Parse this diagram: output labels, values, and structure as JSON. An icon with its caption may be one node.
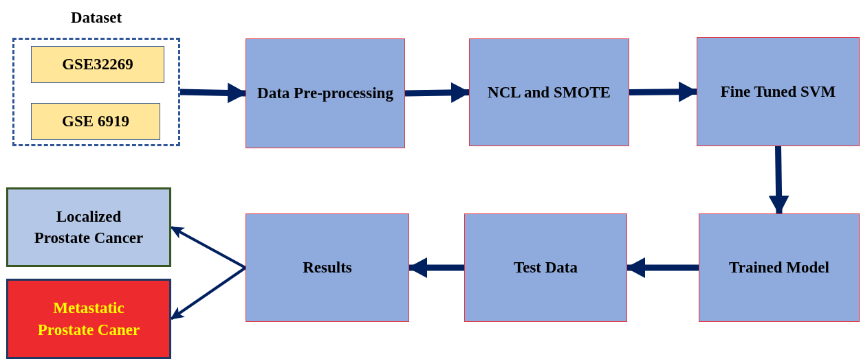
{
  "diagram": {
    "nodes": [
      {
        "text": [
          "Dataset"
        ]
      },
      {
        "text": [
          "GSE32269"
        ],
        "in": 0
      },
      {
        "text": [
          "GSE 6919"
        ],
        "in": 0
      },
      {
        "text": [
          "Data Pre-processing"
        ]
      },
      {
        "text": [
          "NCL and SMOTE"
        ]
      },
      {
        "text": [
          "Fine Tuned SVM"
        ]
      },
      {
        "text": [
          "Trained Model"
        ]
      },
      {
        "text": [
          "Test Data"
        ]
      },
      {
        "text": [
          "Results"
        ]
      },
      {
        "text": [
          "Localized Prostate Cancer"
        ]
      },
      {
        "text": [
          "Metastatic Prostate Caner"
        ]
      }
    ],
    "edges": [
      {
        "from": 0,
        "to": 3,
        "arrow": "to"
      },
      {
        "from": 3,
        "to": 4,
        "arrow": "to"
      },
      {
        "from": 4,
        "to": 5,
        "arrow": "to"
      },
      {
        "from": 5,
        "to": 6,
        "arrow": "to"
      },
      {
        "from": 6,
        "to": 7,
        "arrow": "to"
      },
      {
        "from": 7,
        "to": 8,
        "arrow": "to"
      },
      {
        "from": 8,
        "to": 9,
        "arrow": "to"
      },
      {
        "from": 8,
        "to": 10,
        "arrow": "to"
      }
    ]
  }
}
